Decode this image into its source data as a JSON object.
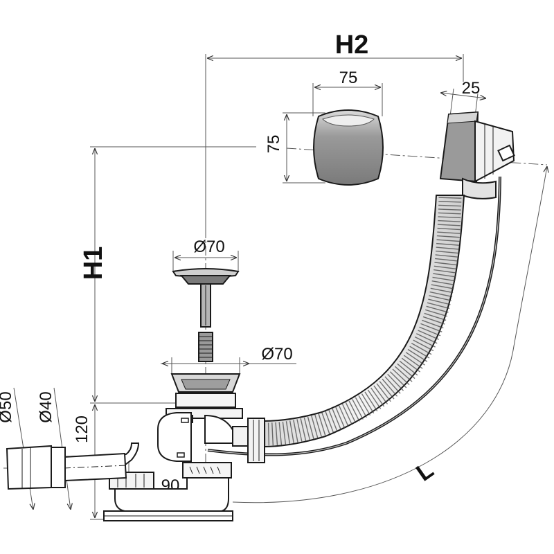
{
  "labels": {
    "h2": "H2",
    "h1": "H1",
    "l": "L",
    "width_75": "75",
    "height_75": "75",
    "depth_25": "25",
    "plug_d70": "Ø70",
    "flange_d70": "Ø70",
    "pipe_d50": "Ø50",
    "pipe_d40": "Ø40",
    "height_120": "120",
    "offset_90": "90"
  },
  "colors": {
    "line": "#1a1a1a",
    "dim_line": "#555555",
    "metal_fill": "#8c8c8c",
    "metal_light": "#cfcfcf",
    "hose_fill": "#e6e6e6",
    "body_fill": "#f2f2f2"
  }
}
